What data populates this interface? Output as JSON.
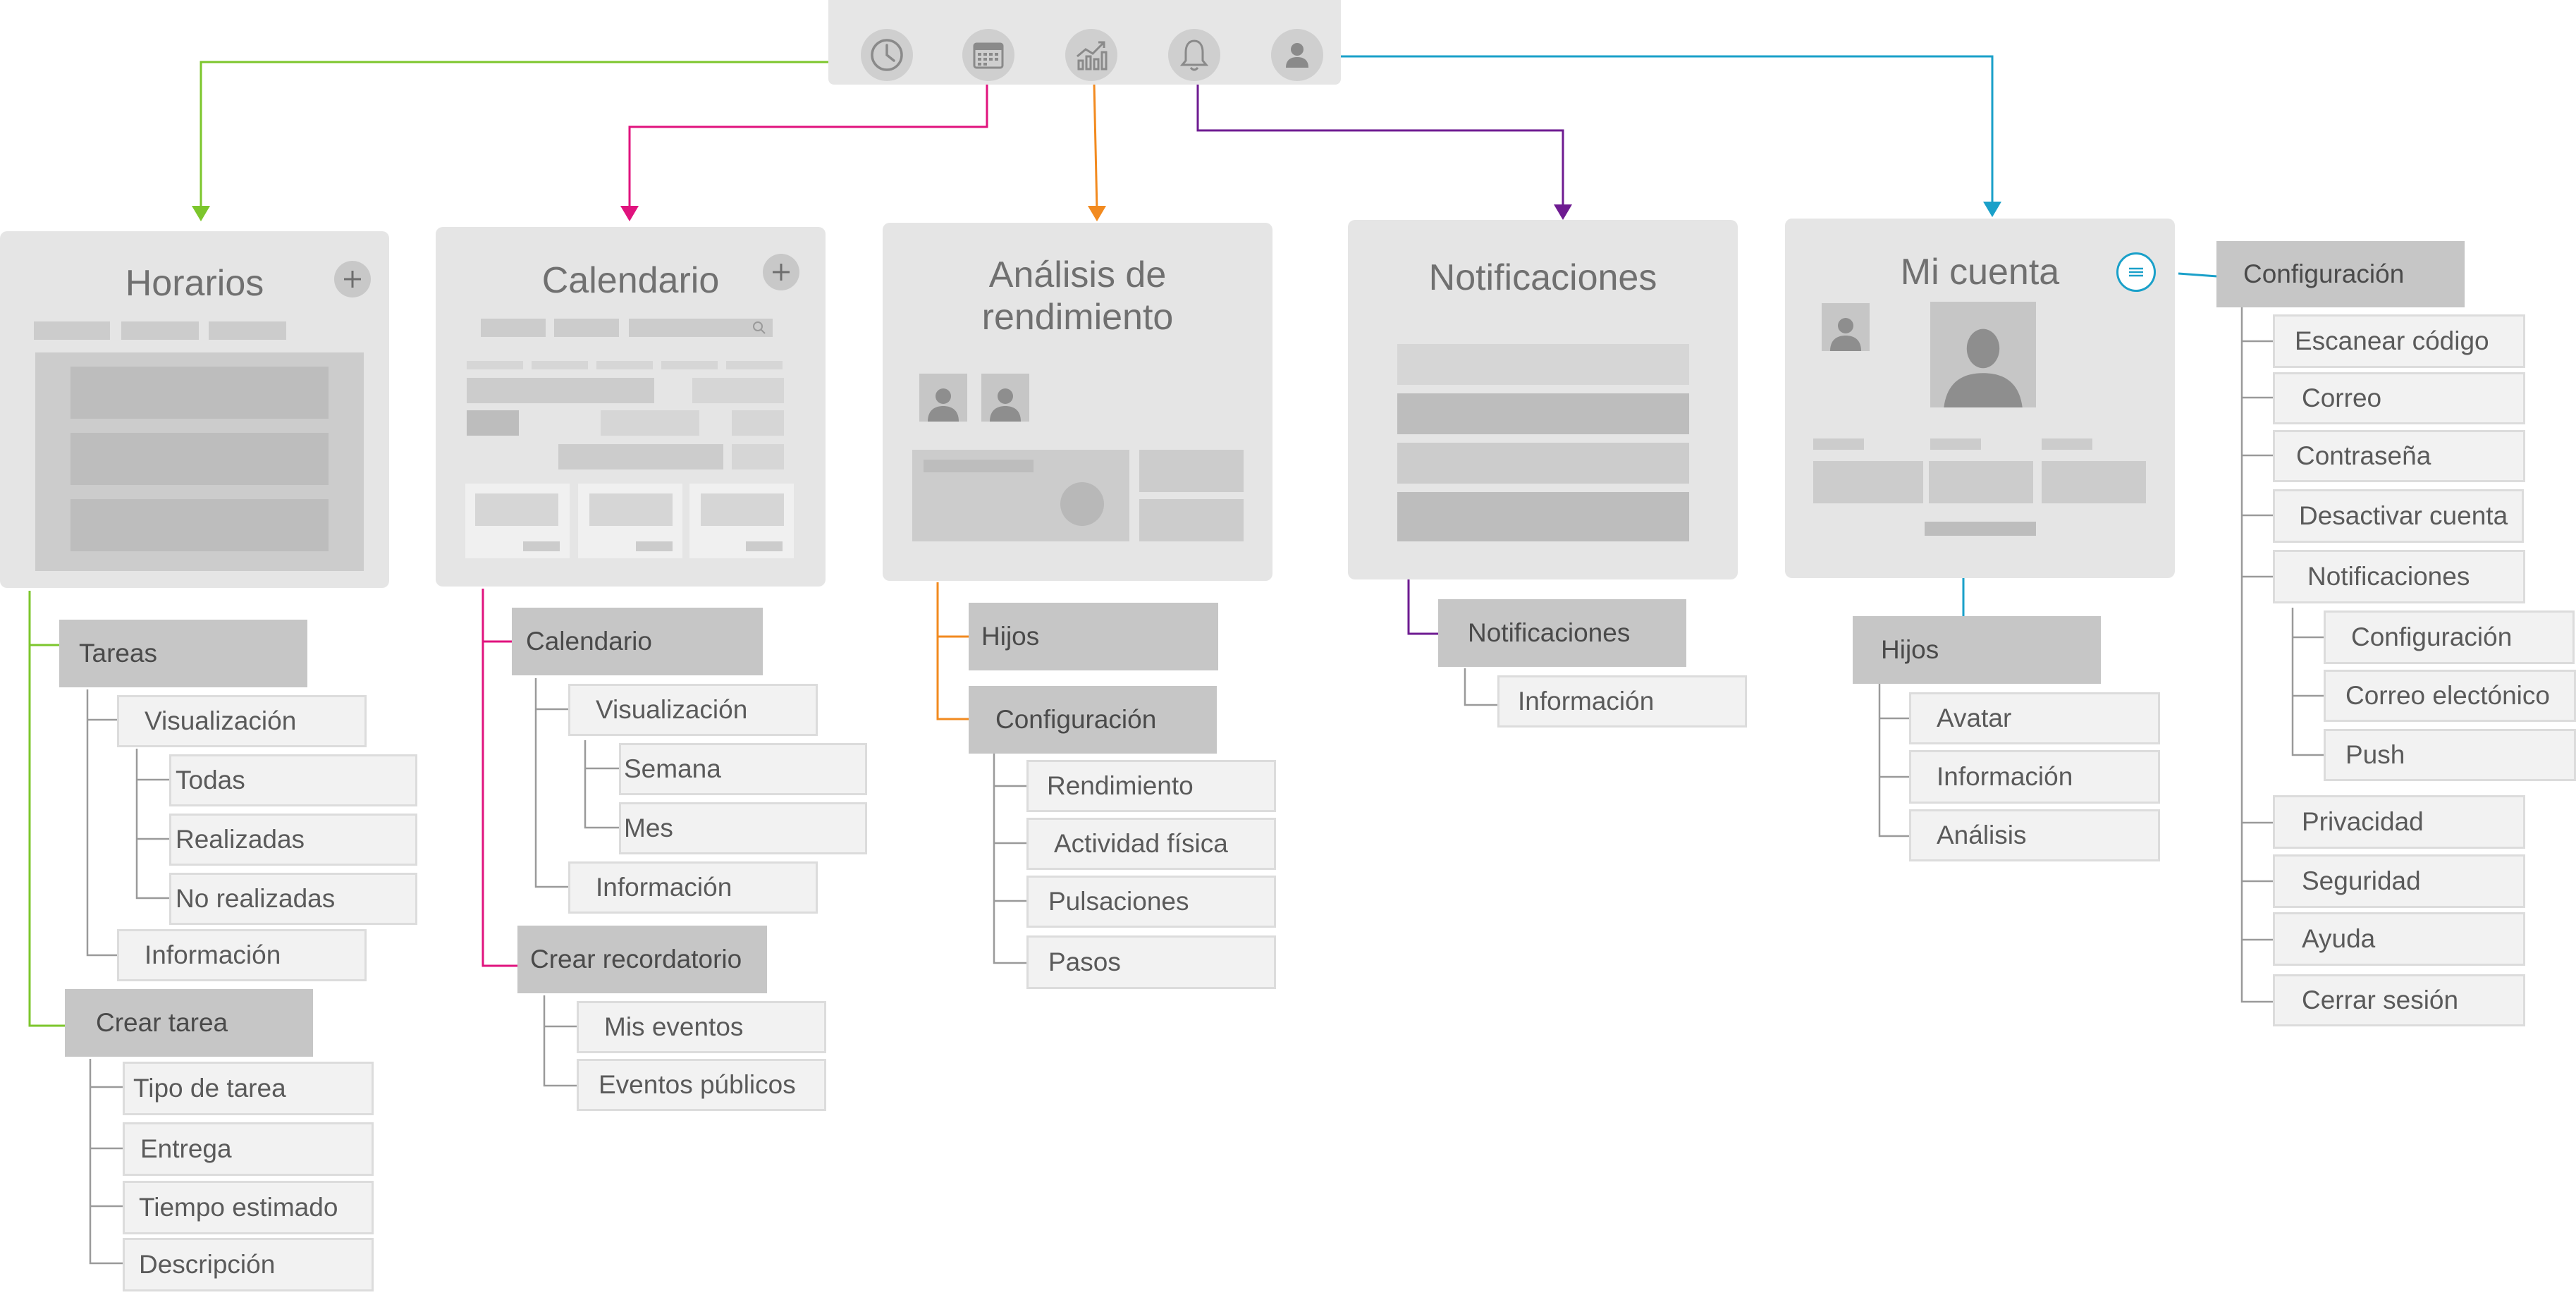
{
  "colors": {
    "green": "#7cc62c",
    "magenta": "#e0137e",
    "orange": "#f28a1f",
    "purple": "#6e1b91",
    "blue": "#1aa0c9",
    "tree_gray": "#9a9a9a"
  },
  "tab_bar": {
    "icons": [
      "clock-icon",
      "calendar-icon",
      "chart-icon",
      "bell-icon",
      "user-icon"
    ]
  },
  "screens": {
    "horarios": {
      "title": "Horarios",
      "action_icon": "plus-icon"
    },
    "calendario": {
      "title": "Calendario",
      "action_icon": "plus-icon",
      "search_icon": "search-icon"
    },
    "analisis": {
      "title_line1": "Análisis de",
      "title_line2": "rendimiento"
    },
    "notificaciones": {
      "title": "Notificaciones"
    },
    "mi_cuenta": {
      "title": "Mi cuenta",
      "menu_icon": "menu-icon"
    }
  },
  "trees": {
    "horarios": {
      "tareas": "Tareas",
      "visualizacion": "Visualización",
      "todas": "Todas",
      "realizadas": "Realizadas",
      "no_realizadas": "No realizadas",
      "informacion": "Información",
      "crear_tarea": "Crear tarea",
      "tipo_de_tarea": "Tipo de tarea",
      "entrega": "Entrega",
      "tiempo_estimado": "Tiempo estimado",
      "descripcion": "Descripción"
    },
    "calendario": {
      "calendario": "Calendario",
      "visualizacion": "Visualización",
      "semana": "Semana",
      "mes": "Mes",
      "informacion": "Información",
      "crear_recordatorio": "Crear recordatorio",
      "mis_eventos": "Mis eventos",
      "eventos_publicos": "Eventos públicos"
    },
    "analisis": {
      "hijos": "Hijos",
      "configuracion": "Configuración",
      "rendimiento": "Rendimiento",
      "actividad_fisica": "Actividad física",
      "pulsaciones": "Pulsaciones",
      "pasos": "Pasos"
    },
    "notificaciones": {
      "notificaciones": "Notificaciones",
      "informacion": "Información"
    },
    "mi_cuenta": {
      "hijos": "Hijos",
      "avatar": "Avatar",
      "informacion": "Información",
      "analisis": "Análisis"
    },
    "configuracion": {
      "configuracion": "Configuración",
      "escanear_codigo": "Escanear código",
      "correo": "Correo",
      "contrasena": "Contraseña",
      "desactivar_cuenta": "Desactivar cuenta",
      "notificaciones": "Notificaciones",
      "notif_configuracion": "Configuración",
      "correo_electonico": "Correo electónico",
      "push": "Push",
      "privacidad": "Privacidad",
      "seguridad": "Seguridad",
      "ayuda": "Ayuda",
      "cerrar_sesion": "Cerrar sesión"
    }
  }
}
